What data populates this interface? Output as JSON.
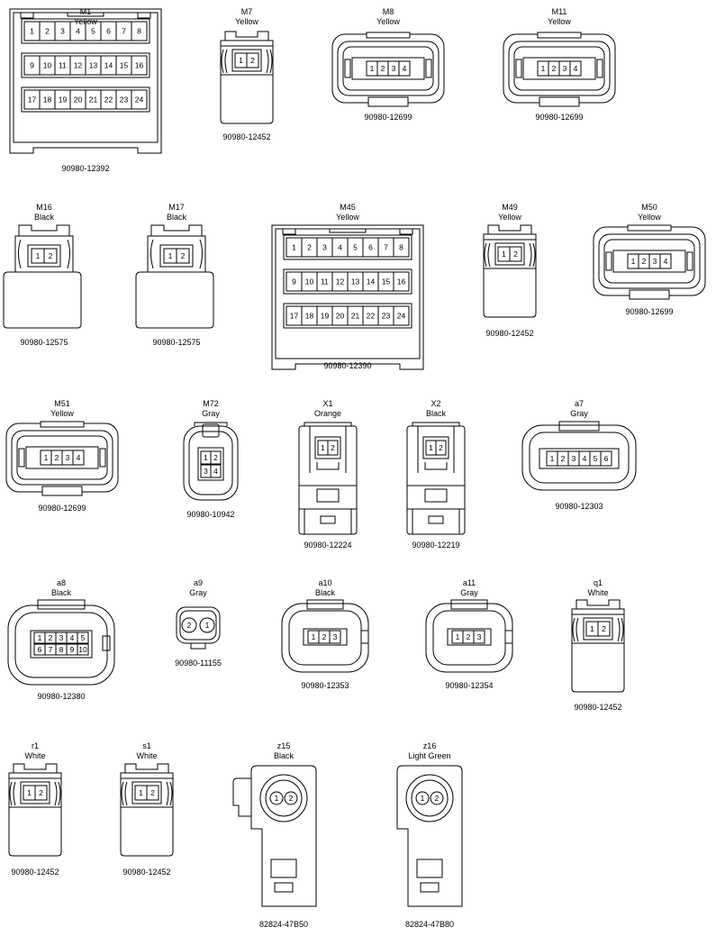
{
  "connectors": [
    {
      "id": "M1",
      "color": "Yellow",
      "part": "90980-12392",
      "type": "box24",
      "pins": [
        "1",
        "2",
        "3",
        "4",
        "5",
        "6",
        "7",
        "8",
        "9",
        "10",
        "11",
        "12",
        "13",
        "14",
        "15",
        "16",
        "17",
        "18",
        "19",
        "20",
        "21",
        "22",
        "23",
        "24"
      ]
    },
    {
      "id": "M7",
      "color": "Yellow",
      "part": "90980-12452",
      "type": "small2",
      "pins": [
        "1",
        "2"
      ]
    },
    {
      "id": "M8",
      "color": "Yellow",
      "part": "90980-12699",
      "type": "oval4",
      "pins": [
        "1",
        "2",
        "3",
        "4"
      ]
    },
    {
      "id": "M11",
      "color": "Yellow",
      "part": "90980-12699",
      "type": "oval4",
      "pins": [
        "1",
        "2",
        "3",
        "4"
      ]
    },
    {
      "id": "M16",
      "color": "Black",
      "part": "90980-12575",
      "type": "wide2",
      "pins": [
        "1",
        "2"
      ]
    },
    {
      "id": "M17",
      "color": "Black",
      "part": "90980-12575",
      "type": "wide2",
      "pins": [
        "1",
        "2"
      ]
    },
    {
      "id": "M45",
      "color": "Yellow",
      "part": "90980-12390",
      "type": "box24",
      "pins": [
        "1",
        "2",
        "3",
        "4",
        "5",
        "6",
        "7",
        "8",
        "9",
        "10",
        "11",
        "12",
        "13",
        "14",
        "15",
        "16",
        "17",
        "18",
        "19",
        "20",
        "21",
        "22",
        "23",
        "24"
      ]
    },
    {
      "id": "M49",
      "color": "Yellow",
      "part": "90980-12452",
      "type": "small2",
      "pins": [
        "1",
        "2"
      ]
    },
    {
      "id": "M50",
      "color": "Yellow",
      "part": "90980-12699",
      "type": "oval4",
      "pins": [
        "1",
        "2",
        "3",
        "4"
      ]
    },
    {
      "id": "M51",
      "color": "Yellow",
      "part": "90980-12699",
      "type": "oval4",
      "pins": [
        "1",
        "2",
        "3",
        "4"
      ]
    },
    {
      "id": "M72",
      "color": "Gray",
      "part": "90980-10942",
      "type": "round4",
      "pins": [
        "1",
        "2",
        "3",
        "4"
      ]
    },
    {
      "id": "X1",
      "color": "Orange",
      "part": "90980-12224",
      "type": "tall2",
      "pins": [
        "1",
        "2"
      ]
    },
    {
      "id": "X2",
      "color": "Black",
      "part": "90980-12219",
      "type": "tall2",
      "pins": [
        "1",
        "2"
      ]
    },
    {
      "id": "a7",
      "color": "Gray",
      "part": "90980-12303",
      "type": "oval6",
      "pins": [
        "1",
        "2",
        "3",
        "4",
        "5",
        "6"
      ]
    },
    {
      "id": "a8",
      "color": "Black",
      "part": "90980-12380",
      "type": "oval10",
      "pins": [
        "1",
        "2",
        "3",
        "4",
        "5",
        "6",
        "7",
        "8",
        "9",
        "10"
      ]
    },
    {
      "id": "a9",
      "color": "Gray",
      "part": "90980-11155",
      "type": "pill2",
      "pins": [
        "2",
        "1"
      ]
    },
    {
      "id": "a10",
      "color": "Black",
      "part": "90980-12353",
      "type": "oval3",
      "pins": [
        "1",
        "2",
        "3"
      ]
    },
    {
      "id": "a11",
      "color": "Gray",
      "part": "90980-12354",
      "type": "oval3",
      "pins": [
        "1",
        "2",
        "3"
      ]
    },
    {
      "id": "q1",
      "color": "White",
      "part": "90980-12452",
      "type": "small2",
      "pins": [
        "1",
        "2"
      ]
    },
    {
      "id": "r1",
      "color": "White",
      "part": "90980-12452",
      "type": "small2",
      "pins": [
        "1",
        "2"
      ]
    },
    {
      "id": "s1",
      "color": "White",
      "part": "90980-12452",
      "type": "small2",
      "pins": [
        "1",
        "2"
      ]
    },
    {
      "id": "z15",
      "color": "Black",
      "part": "82824-47B50",
      "type": "bulb",
      "pins": [
        "1",
        "2"
      ]
    },
    {
      "id": "z16",
      "color": "Light Green",
      "part": "82824-47B80",
      "type": "bulb",
      "pins": [
        "1",
        "2"
      ]
    }
  ]
}
